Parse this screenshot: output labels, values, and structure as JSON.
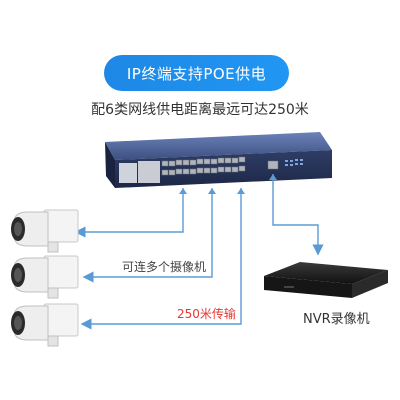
{
  "title_pill": "IP终端支持POE供电",
  "subtitle": "配6类网线供电距离最远可达250米",
  "labels": {
    "cameras": "可连多个摄像机",
    "distance": "250米传输",
    "nvr": "NVR录像机"
  },
  "colors": {
    "accent": "#1e88e5",
    "cable": "#5b9bd5",
    "distance_text": "#e53935"
  },
  "icons": [
    "poe-switch-icon",
    "ip-camera-icon",
    "nvr-recorder-icon"
  ]
}
